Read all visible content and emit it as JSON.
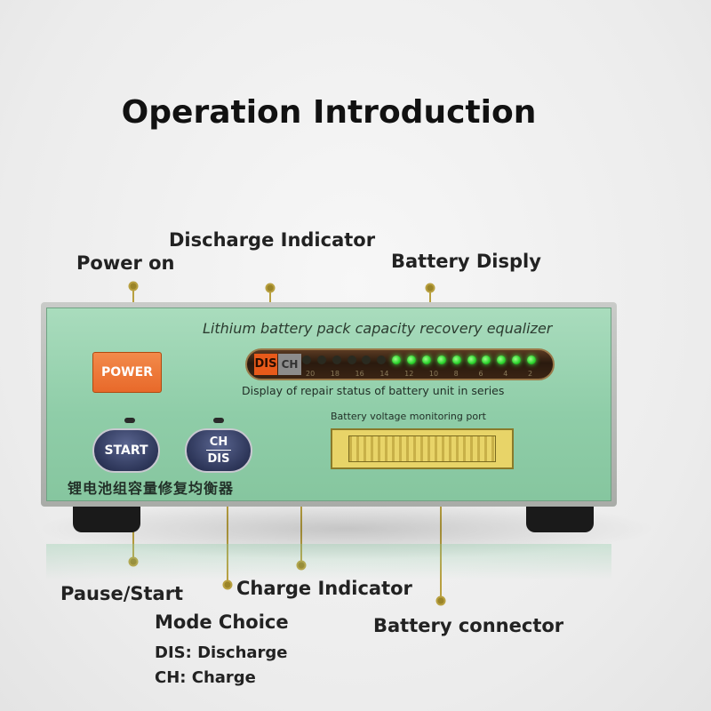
{
  "title": "Operation Introduction",
  "callouts": {
    "discharge_indicator": "Discharge Indicator",
    "power_on": "Power on",
    "battery_display": "Battery Disply",
    "pause_start": "Pause/Start",
    "charge_indicator": "Charge Indicator",
    "mode_choice": "Mode Choice",
    "battery_connector": "Battery connector",
    "mode_dis": "DIS: Discharge",
    "mode_ch": "CH: Charge"
  },
  "device": {
    "panel_title": "Lithium battery pack capacity recovery equalizer",
    "power_button": "POWER",
    "start_button": "START",
    "chdis_top": "CH",
    "chdis_bottom": "DIS",
    "display_dis": "DIS",
    "display_ch": "CH",
    "display_caption": "Display of repair status of battery unit in series",
    "port_label": "Battery voltage monitoring port",
    "chinese_label": "锂电池组容量修复均衡器",
    "scale": [
      "20",
      "18",
      "16",
      "14",
      "12",
      "10",
      "8",
      "6",
      "4",
      "2"
    ],
    "leds_lit": 10,
    "leds_total": 16
  },
  "colors": {
    "panel": "#8fcda8",
    "power_button": "#e8692a",
    "dis_indicator": "#e85a1a",
    "led_on": "#28d12a",
    "callout_dot": "#9a8428",
    "callout_line": "#b8a040",
    "control_button": "#2e375a"
  }
}
